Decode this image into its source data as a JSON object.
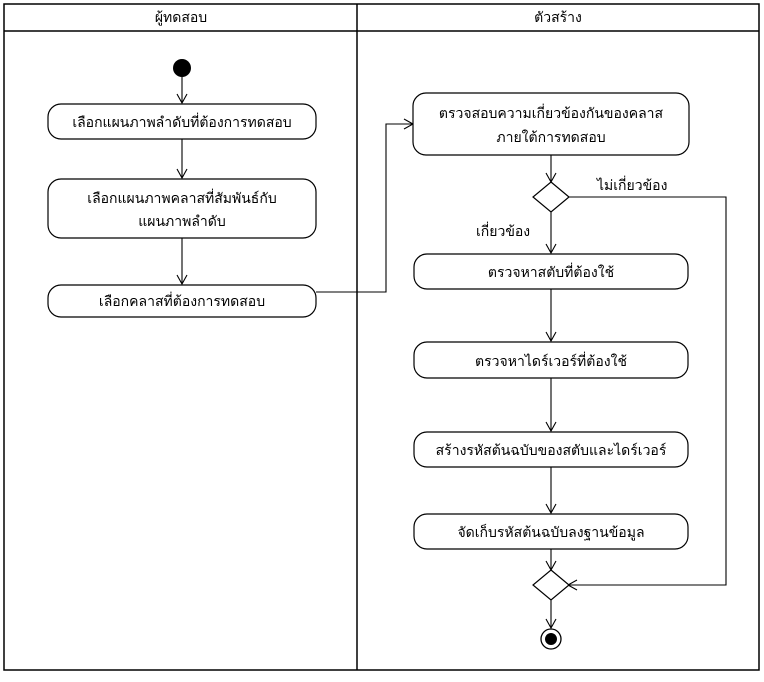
{
  "lanes": {
    "tester": "ผู้ทดสอบ",
    "generator": "ตัวสร้าง"
  },
  "actions": {
    "select_sequence": "เลือกแผนภาพลำดับที่ต้องการทดสอบ",
    "select_class_line1": "เลือกแผนภาพคลาสที่สัมพันธ์กับ",
    "select_class_line2": "แผนภาพลำดับ",
    "select_test_class": "เลือกคลาสที่ต้องการทดสอบ",
    "check_related_line1": "ตรวจสอบความเกี่ยวข้องกันของคลาส",
    "check_related_line2": "ภายใต้การทดสอบ",
    "find_stubs": "ตรวจหาสตับที่ต้องใช้",
    "find_drivers": "ตรวจหาไดร์เวอร์ที่ต้องใช้",
    "generate_source": "สร้างรหัสต้นฉบับของสตับและไดร์เวอร์",
    "store_source": "จัดเก็บรหัสต้นฉบับลงฐานข้อมูล"
  },
  "guards": {
    "related": "เกี่ยวข้อง",
    "not_related": "ไม่เกี่ยวข้อง"
  }
}
